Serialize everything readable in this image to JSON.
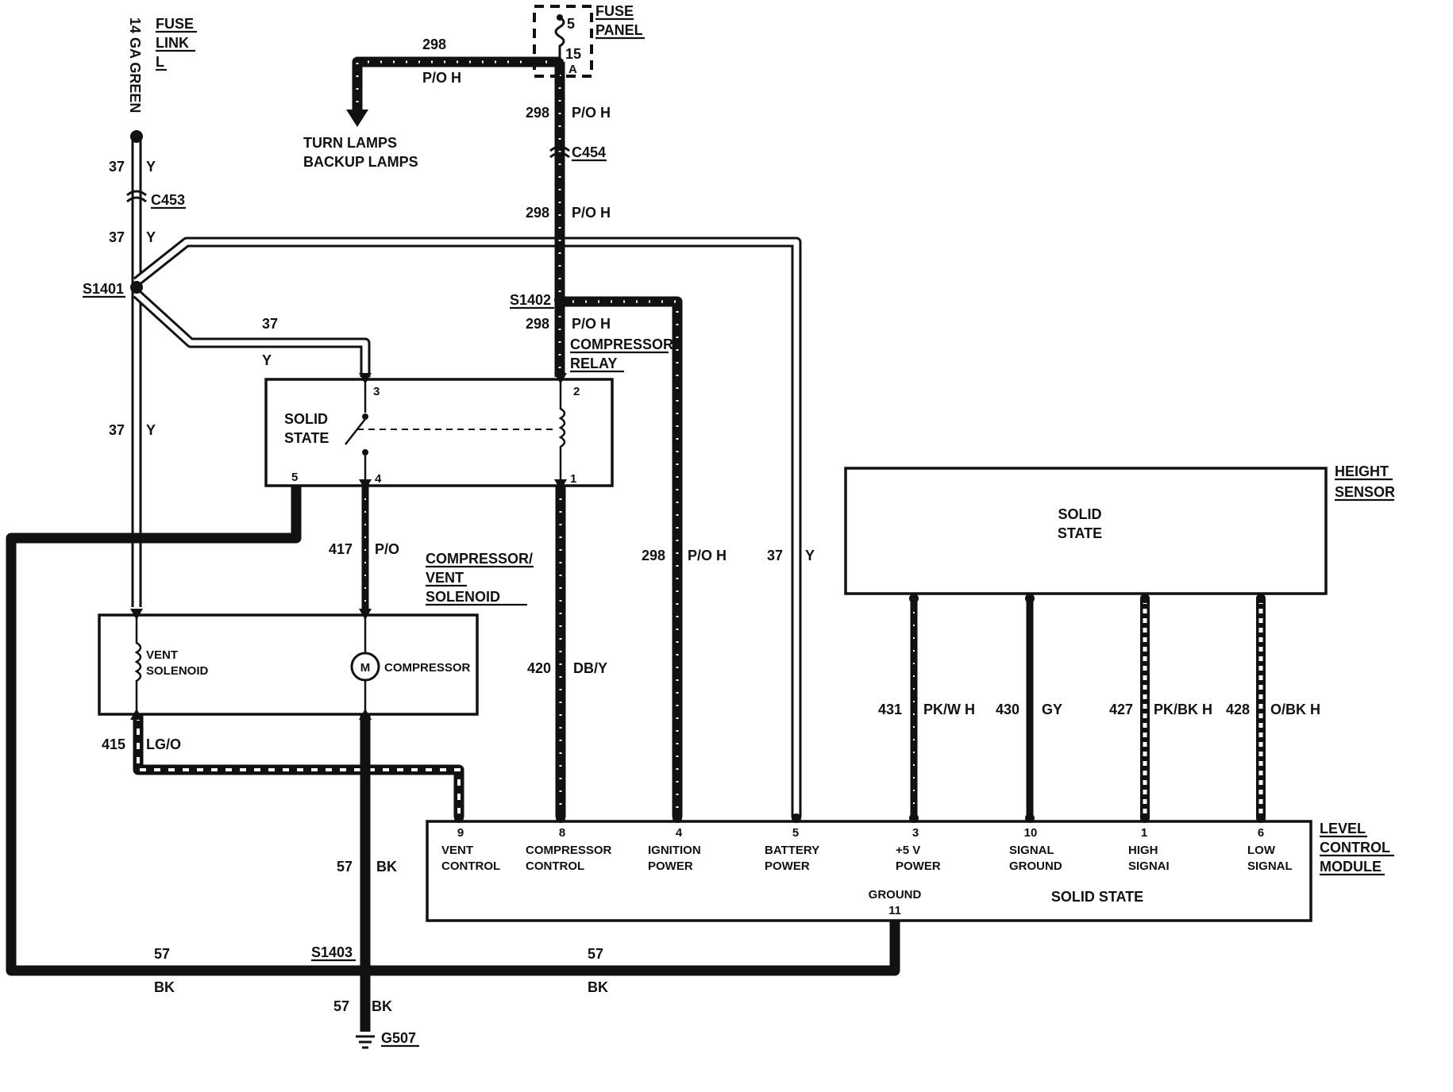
{
  "fuse_link": {
    "title_line1": "FUSE",
    "title_line2": "LINK",
    "title_line3": "L",
    "gauge": "14 GA GREEN"
  },
  "fuse_panel": {
    "title_line1": "FUSE",
    "title_line2": "PANEL",
    "pin": "5",
    "rating": "15",
    "rating_unit": "A"
  },
  "turn_branch": {
    "circuit": "298",
    "color": "P/O H",
    "dest_line1": "TURN LAMPS",
    "dest_line2": "BACKUP LAMPS"
  },
  "connectors": {
    "c453": "C453",
    "c454": "C454",
    "s1401": "S1401",
    "s1402": "S1402",
    "s1403": "S1403",
    "g507": "G507"
  },
  "circuits": {
    "c37": "37",
    "y": "Y",
    "c298": "298",
    "poh": "P/O H",
    "c417": "417",
    "po": "P/O",
    "c420": "420",
    "dby": "DB/Y",
    "c415": "415",
    "lgo": "LG/O",
    "c57": "57",
    "bk": "BK",
    "c431": "431",
    "pkwh": "PK/W H",
    "c430": "430",
    "gy": "GY",
    "c427": "427",
    "pkbkh": "PK/BK H",
    "c428": "428",
    "obkh": "O/BK H"
  },
  "compressor_relay": {
    "label_line1": "COMPRESSOR",
    "label_line2": "RELAY",
    "body_line1": "SOLID",
    "body_line2": "STATE",
    "pin3": "3",
    "pin2": "2",
    "pin4": "4",
    "pin1": "1",
    "pin5": "5"
  },
  "solenoid_box": {
    "label_line1": "COMPRESSOR/",
    "label_line2": "VENT",
    "label_line3": "SOLENOID",
    "vent_line1": "VENT",
    "vent_line2": "SOLENOID",
    "motor_symbol": "M",
    "compressor": "COMPRESSOR"
  },
  "height_sensor": {
    "label_line1": "HEIGHT",
    "label_line2": "SENSOR",
    "body_line1": "SOLID",
    "body_line2": "STATE"
  },
  "control_module": {
    "label_line1": "LEVEL",
    "label_line2": "CONTROL",
    "label_line3": "MODULE",
    "body": "SOLID STATE",
    "ground_label": "GROUND",
    "ground_pin": "11",
    "pins": [
      {
        "num": "9",
        "line1": "VENT",
        "line2": "CONTROL"
      },
      {
        "num": "8",
        "line1": "COMPRESSOR",
        "line2": "CONTROL"
      },
      {
        "num": "4",
        "line1": "IGNITION",
        "line2": "POWER"
      },
      {
        "num": "5",
        "line1": "BATTERY",
        "line2": "POWER"
      },
      {
        "num": "3",
        "line1": "+5 V",
        "line2": "POWER"
      },
      {
        "num": "10",
        "line1": "SIGNAL",
        "line2": "GROUND"
      },
      {
        "num": "1",
        "line1": "HIGH",
        "line2": "SIGNAI"
      },
      {
        "num": "6",
        "line1": "LOW",
        "line2": "SIGNAL"
      }
    ]
  }
}
